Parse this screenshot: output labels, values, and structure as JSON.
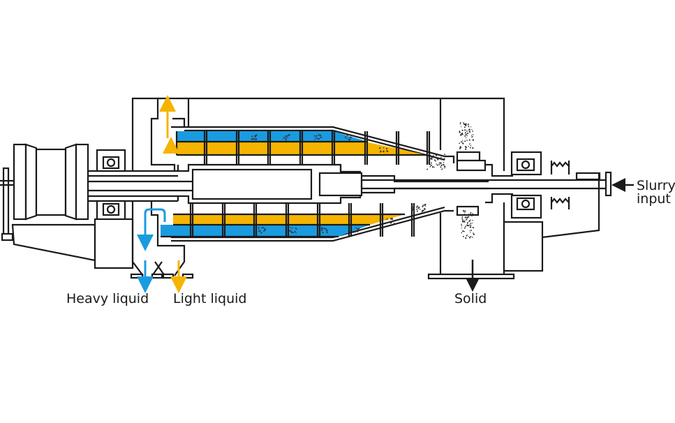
{
  "title": "Decanter centrifuge three-phase separation",
  "labels": {
    "heavy_liquid": "Heavy liquid",
    "light_liquid": "Light liquid",
    "solid": "Solid",
    "slurry_input_line1": "Slurry",
    "slurry_input_line2": "input"
  },
  "colors": {
    "heavy_liquid": "#1a9be0",
    "light_liquid": "#f5b400",
    "outline": "#1a1a1a",
    "background": "#ffffff"
  },
  "components": [
    "motor-pulley",
    "main-bearing-left",
    "liquid-discharge-housing",
    "bowl-cylindrical-section",
    "bowl-conical-section",
    "screw-conveyor",
    "feed-chamber",
    "solid-discharge-housing",
    "main-bearing-right",
    "gearbox-spring",
    "feed-pipe"
  ],
  "flows": [
    {
      "name": "heavy-liquid-flow",
      "direction": "down",
      "color_key": "heavy_liquid"
    },
    {
      "name": "light-liquid-flow",
      "direction": "down",
      "color_key": "light_liquid"
    },
    {
      "name": "solid-flow",
      "direction": "down",
      "color_key": "outline"
    },
    {
      "name": "slurry-input-flow",
      "direction": "left",
      "color_key": "outline"
    }
  ]
}
